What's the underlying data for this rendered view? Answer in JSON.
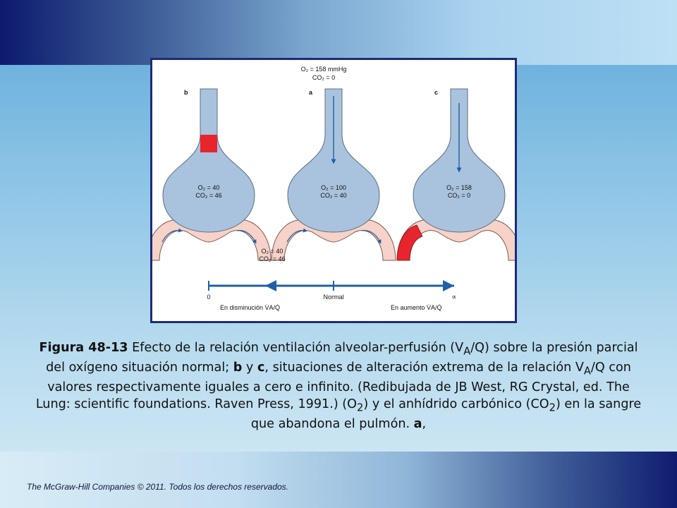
{
  "diagram": {
    "top_o2": "O₂ = 158 mmHg",
    "top_co2": "CO₂ = 0",
    "label_b": "b",
    "label_a": "a",
    "label_c": "c",
    "alv_b_o2": "O₂ = 40",
    "alv_b_co2": "CO₂ = 46",
    "alv_a_o2": "O₂ = 100",
    "alv_a_co2": "CO₂ = 40",
    "alv_c_o2": "O₂ = 158",
    "alv_c_co2": "CO₂ = 0",
    "venous_o2": "O₂ = 40",
    "venous_co2": "CO₂ = 46",
    "axis_zero": "0",
    "axis_normal": "Normal",
    "axis_inf": "∝",
    "axis_decrease": "En disminución V̇A/Q̇",
    "axis_increase": "En aumento V̇A/Q̇",
    "colors": {
      "alveolus": "#a9c3de",
      "capillary": "#f6d2c8",
      "blood_red": "#e8242c",
      "arrow": "#1f5fa8"
    }
  },
  "caption": {
    "fig_label": "Figura 48-13",
    "text1": " Efecto de la relación ventilación alveolar-perfusión (V",
    "sub_a1": "A",
    "text2": "/Q) sobre la presión parcial del oxígeno situación normal; ",
    "b": "b",
    "text3": " y ",
    "c": "c",
    "text4": ", situaciones de alteración extrema de la relación V",
    "sub_a2": "A",
    "text5": "/Q con valores  respectivamente iguales a cero e infinito. (Redibujada de JB West, RG Crystal, ed. The Lung: scientific foundations. Raven Press, 1991.) (O",
    "sub_2a": "2",
    "text6": ") y el anhídrido carbónico (CO",
    "sub_2b": "2",
    "text7": ") en la sangre que abandona el pulmón. ",
    "a": "a",
    "text8": ","
  },
  "footer": "The McGraw-Hill  Companies © 2011.  Todos los derechos reservados."
}
